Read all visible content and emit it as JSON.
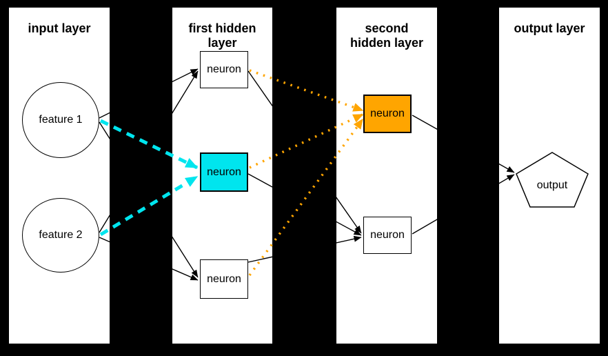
{
  "diagram": {
    "colors": {
      "background": "#000000",
      "panel": "#ffffff",
      "line": "#000000",
      "highlight_cyan": "#00e5ee",
      "highlight_orange": "#ffa500"
    },
    "layers": [
      {
        "id": "input",
        "title": "input layer",
        "title_lines": [
          "input layer"
        ]
      },
      {
        "id": "hidden1",
        "title": "first hidden layer",
        "title_lines": [
          "first hidden",
          "layer"
        ]
      },
      {
        "id": "hidden2",
        "title": "second hidden layer",
        "title_lines": [
          "second",
          "hidden layer"
        ]
      },
      {
        "id": "output",
        "title": "output layer",
        "title_lines": [
          "output layer"
        ]
      }
    ],
    "nodes": [
      {
        "id": "feature-1",
        "label": "feature 1",
        "shape": "circle",
        "layer": "input"
      },
      {
        "id": "feature-2",
        "label": "feature 2",
        "shape": "circle",
        "layer": "input"
      },
      {
        "id": "h1-top",
        "label": "neuron",
        "shape": "box",
        "layer": "hidden1"
      },
      {
        "id": "h1-mid",
        "label": "neuron",
        "shape": "box",
        "layer": "hidden1",
        "fill": "#00e5ee"
      },
      {
        "id": "h1-bot",
        "label": "neuron",
        "shape": "box",
        "layer": "hidden1"
      },
      {
        "id": "h2-top",
        "label": "neuron",
        "shape": "box",
        "layer": "hidden2",
        "fill": "#ffa500"
      },
      {
        "id": "h2-bot",
        "label": "neuron",
        "shape": "box",
        "layer": "hidden2"
      },
      {
        "id": "output-node",
        "label": "output",
        "shape": "pentagon",
        "layer": "output"
      }
    ],
    "edges": [
      {
        "from": "feature-1",
        "to": "h1-top",
        "style": "plain"
      },
      {
        "from": "feature-1",
        "to": "h1-bot",
        "style": "plain"
      },
      {
        "from": "feature-2",
        "to": "h1-top",
        "style": "plain"
      },
      {
        "from": "feature-2",
        "to": "h1-bot",
        "style": "plain"
      },
      {
        "from": "h1-top",
        "to": "h2-bot",
        "style": "plain"
      },
      {
        "from": "h1-mid",
        "to": "h2-bot",
        "style": "plain"
      },
      {
        "from": "h1-bot",
        "to": "h2-bot",
        "style": "plain"
      },
      {
        "from": "h1-top",
        "to": "h2-top",
        "style": "orange-dotted"
      },
      {
        "from": "h1-mid",
        "to": "h2-top",
        "style": "orange-dotted"
      },
      {
        "from": "h1-bot",
        "to": "h2-top",
        "style": "orange-dotted"
      },
      {
        "from": "feature-1",
        "to": "h1-mid",
        "style": "cyan-dashed"
      },
      {
        "from": "feature-2",
        "to": "h1-mid",
        "style": "cyan-dashed"
      },
      {
        "from": "h2-top",
        "to": "output-node",
        "style": "plain"
      },
      {
        "from": "h2-bot",
        "to": "output-node",
        "style": "plain"
      }
    ]
  }
}
